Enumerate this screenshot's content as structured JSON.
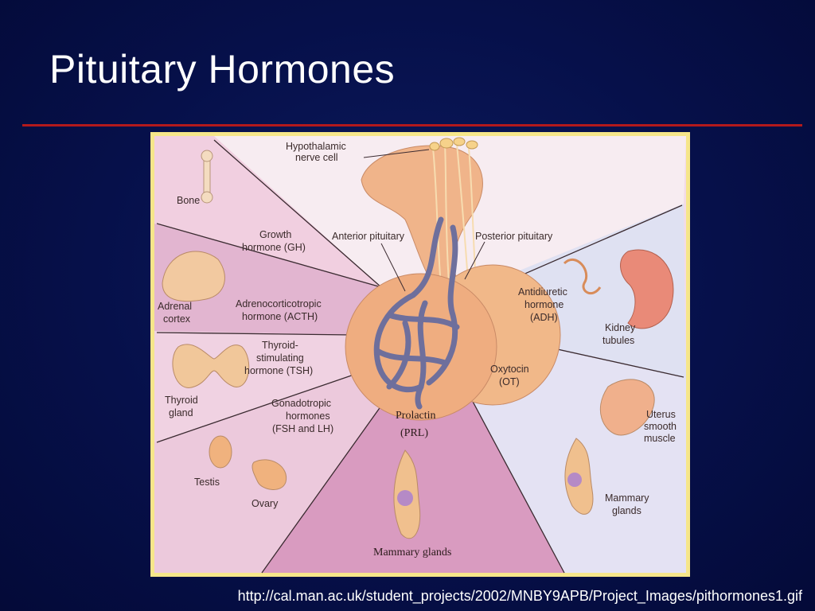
{
  "slide": {
    "title": "Pituitary Hormones",
    "source_url": "http://cal.man.ac.uk/student_projects/2002/MNBY9APB/Project_Images/pithormones1.gif"
  },
  "diagram": {
    "labels": {
      "hypothalamic": [
        "Hypothalamic",
        "nerve cell"
      ],
      "anterior": "Anterior pituitary",
      "posterior": "Posterior pituitary",
      "bone": "Bone",
      "gh": [
        "Growth",
        "hormone (GH)"
      ],
      "adrenal": [
        "Adrenal",
        "cortex"
      ],
      "acth": [
        "Adrenocorticotropic",
        "hormone (ACTH)"
      ],
      "tsh": [
        "Thyroid-",
        "stimulating",
        "hormone (TSH)"
      ],
      "thyroid": [
        "Thyroid",
        "gland"
      ],
      "gonado": [
        "Gonadotropic",
        "hormones",
        "(FSH and LH)"
      ],
      "testis": "Testis",
      "ovary": "Ovary",
      "prolactin": [
        "Prolactin",
        "(PRL)"
      ],
      "mammary_bottom": "Mammary glands",
      "adh": [
        "Antidiuretic",
        "hormone",
        "(ADH)"
      ],
      "kidney": [
        "Kidney",
        "tubules"
      ],
      "oxytocin": [
        "Oxytocin",
        "(OT)"
      ],
      "uterus": [
        "Uterus",
        "smooth",
        "muscle"
      ],
      "mammary_right": [
        "Mammary",
        "glands"
      ]
    }
  }
}
